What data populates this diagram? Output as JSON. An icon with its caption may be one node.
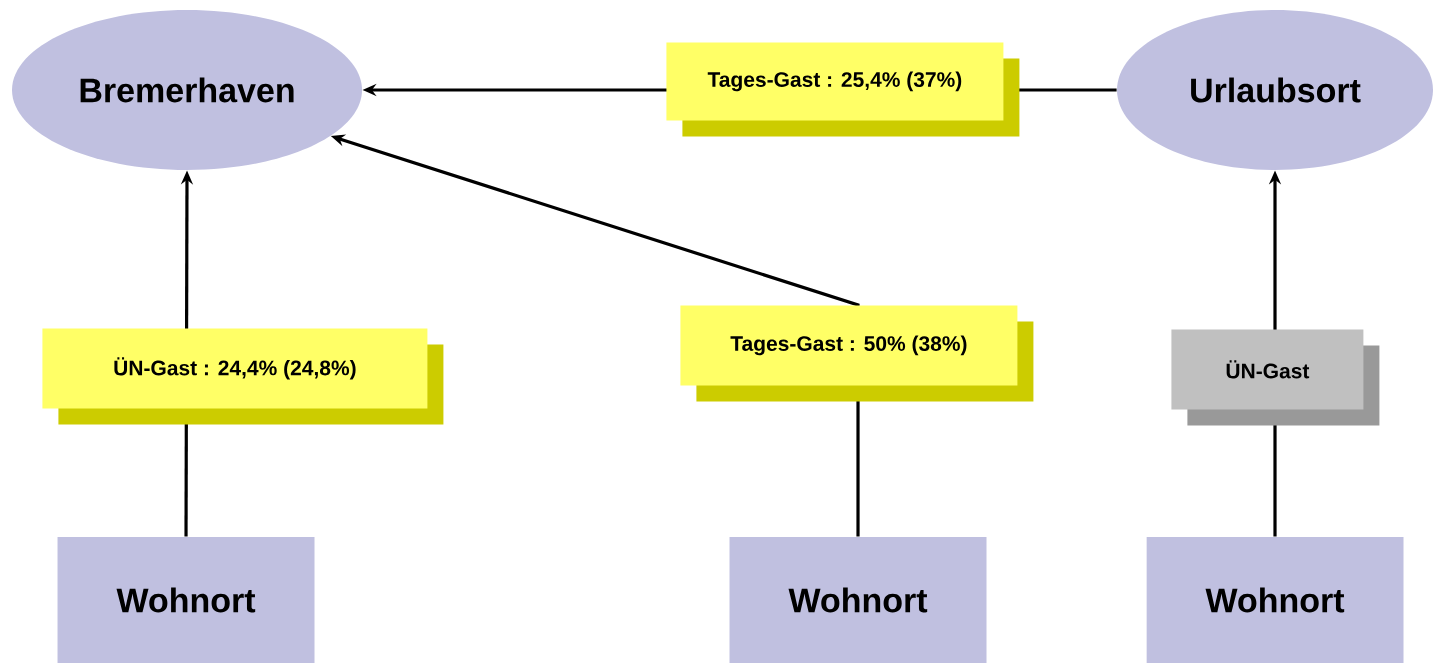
{
  "diagram": {
    "nodes": [
      {
        "text": [
          "Bremerhaven"
        ]
      },
      {
        "text": [
          "Urlaubsort"
        ]
      },
      {
        "text": [
          "Wohnort"
        ]
      },
      {
        "text": [
          "Wohnort"
        ]
      },
      {
        "text": [
          "Wohnort"
        ]
      }
    ],
    "edges": [
      {
        "from": 1,
        "to": 0,
        "arrow": "to",
        "label": "Tages-Gast : 25,4% (37%)"
      },
      {
        "from": 2,
        "to": 0,
        "arrow": "to",
        "label": "ÜN-Gast : 24,4% (24,8%)"
      },
      {
        "from": 3,
        "to": 0,
        "arrow": "to",
        "label": "Tages-Gast : 50% (38%)"
      },
      {
        "from": 4,
        "to": 1,
        "arrow": "to",
        "label": "ÜN-Gast"
      }
    ]
  }
}
